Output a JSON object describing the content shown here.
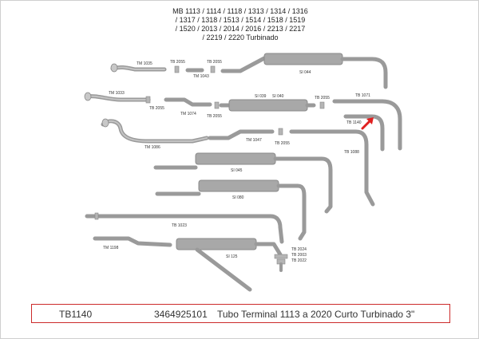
{
  "title_lines": [
    "MB 1113 / 1114 / 1118 / 1313 / 1314 / 1316",
    "/ 1317 / 1318 / 1513 / 1514 / 1518 / 1519",
    "/ 1520 / 2013 / 2014 / 2016 / 2213 / 2217",
    "/ 2219 / 2220 Turbinado"
  ],
  "labels": {
    "tm1035": "TM 1035",
    "tb2055_a": "TB 2055",
    "tb2055_b": "TB 2055",
    "tm1043": "TM 1043",
    "si044": "SI 044",
    "tm1033": "TM 1033",
    "tb2055_c": "TB 2055",
    "tm1074": "TM 1074",
    "tb2055_d": "TB 2055",
    "si039": "SI 039",
    "si040": "SI 040",
    "tb2055_e": "TB 2055",
    "tb1071": "TB 1071",
    "tb1140": "TB 1140",
    "tm1086": "TM 1086",
    "tm1047": "TM 1047",
    "tb2055_f": "TB 2055",
    "tb1088": "TB 1088",
    "si045": "SI 045",
    "si080": "SI 080",
    "tb1023": "TB 1023",
    "tm1198": "TM 1198",
    "si125": "SI 125",
    "tb2024": "TB 2024",
    "tb2003": "TB 2003",
    "tb2022": "TB 2022"
  },
  "highlight": {
    "part": "TB 1140",
    "arrow_color": "#e02020"
  },
  "footer": {
    "code": "TB1140",
    "number": "3464925101",
    "description": "Tubo Terminal 1113 a 2020 Curto Turbinado 3\""
  },
  "colors": {
    "pipe": "#9a9a9a",
    "muffler": "#a8a8a8",
    "frame": "#cc2a2a"
  }
}
